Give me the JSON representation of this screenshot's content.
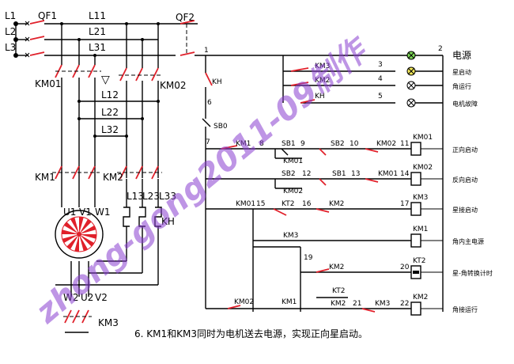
{
  "lines": [
    "L1",
    "L2",
    "L3"
  ],
  "qf1": "QF1",
  "qf2": "QF2",
  "buses_top": [
    "L11",
    "L21",
    "L31"
  ],
  "buses_mid": [
    "L12",
    "L22",
    "L32"
  ],
  "buses_low": [
    "L13",
    "L23",
    "L33"
  ],
  "contactors": {
    "km01": "KM01",
    "km02": "KM02",
    "km1": "KM1",
    "km2": "KM2",
    "km3": "KM3",
    "kh": "KH"
  },
  "motor_terminals": [
    "U1",
    "V1",
    "W1",
    "W2",
    "U2",
    "V2"
  ],
  "nodes": [
    "1",
    "2",
    "3",
    "4",
    "5",
    "6",
    "7",
    "8",
    "9",
    "10",
    "11",
    "12",
    "13",
    "14",
    "15",
    "16",
    "17",
    "19",
    "20",
    "21",
    "22"
  ],
  "switches": {
    "sb0": "SB0",
    "sb1": "SB1",
    "sb2": "SB2",
    "kt2": "KT2",
    "kh": "KH"
  },
  "contacts": {
    "km01": "KM01",
    "km02": "KM02",
    "km1": "KM1",
    "km2": "KM2",
    "km3": "KM3",
    "kt2": "KT2"
  },
  "coils": [
    "KM01",
    "KM02",
    "KM3",
    "KM1",
    "KT2",
    "KM2"
  ],
  "right_labels": [
    "电源",
    "星启动",
    "角运行",
    "电机故障",
    "正向启动",
    "反向启动",
    "星接启动",
    "角内主电源",
    "星-角转换计时",
    "角接运行"
  ],
  "caption": "6. KM1和KM3同时为电机送去电源，实现正向星启动。",
  "watermark": "zhong-gong2011-09制作",
  "colors": {
    "contact": "#e0202a",
    "watermark": "#8a3fd1",
    "lamp_green": "#7ed957",
    "lamp_yellow": "#f2e85a",
    "motor": "#e0202a"
  }
}
